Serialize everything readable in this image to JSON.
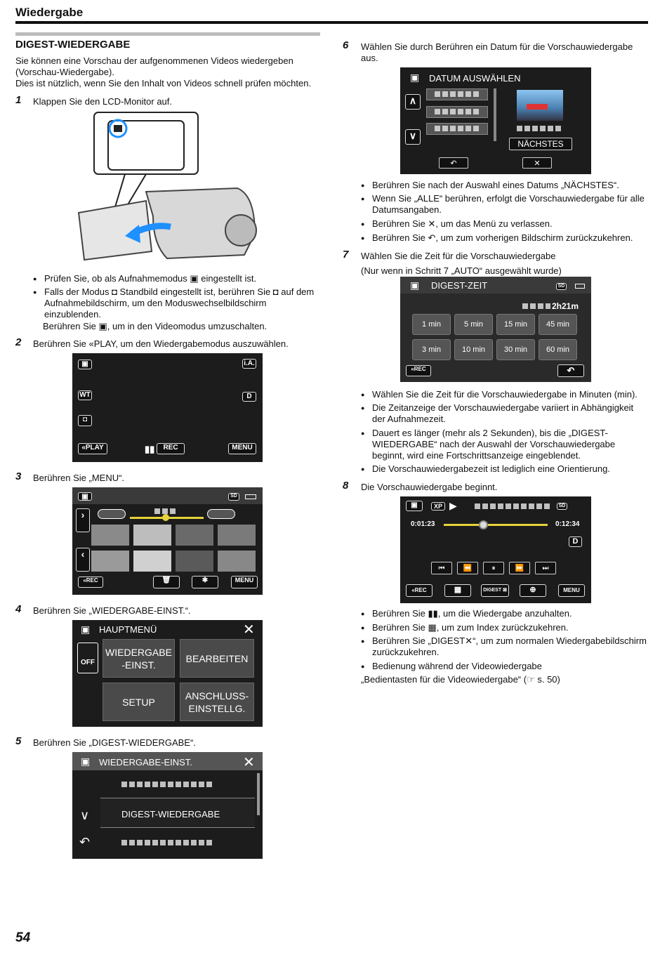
{
  "header": {
    "title": "Wiedergabe"
  },
  "section": {
    "title": "DIGEST-WIEDERGABE",
    "intro": [
      "Sie können eine Vorschau der aufgenommenen Videos wiedergeben",
      "(Vorschau-Wiedergabe).",
      "Dies ist nützlich, wenn Sie den Inhalt von Videos schnell prüfen möchten."
    ]
  },
  "steps": {
    "s1": {
      "num": "1",
      "text": "Klappen Sie den LCD-Monitor auf."
    },
    "s1_bullets": [
      "Prüfen Sie, ob als Aufnahmemodus ▣ eingestellt ist.",
      "Falls der Modus ◘ Standbild eingestellt ist, berühren Sie ◘ auf dem Aufnahmebildschirm, um den Moduswechselbildschirm einzublenden.",
      "Berühren Sie ▣, um in den Videomodus umzuschalten."
    ],
    "s2": {
      "num": "2",
      "text": "Berühren Sie «PLAY, um den Wiedergabemodus auszuwählen."
    },
    "s3": {
      "num": "3",
      "text": "Berühren Sie „MENU“."
    },
    "s4": {
      "num": "4",
      "text": "Berühren Sie „WIEDERGABE-EINST.“."
    },
    "s5": {
      "num": "5",
      "text": "Berühren Sie „DIGEST-WIEDERGABE“."
    },
    "s6": {
      "num": "6",
      "text": "Wählen Sie durch Berühren ein Datum für die Vorschauwiedergabe aus."
    },
    "s6_bullets": [
      "Berühren Sie nach der Auswahl eines Datums „NÄCHSTES“.",
      "Wenn Sie „ALLE“ berühren, erfolgt die Vorschauwiedergabe für alle Datumsangaben.",
      "Berühren Sie ✕, um das Menü zu verlassen.",
      "Berühren Sie ↶, um zum vorherigen Bildschirm zurückzukehren."
    ],
    "s7": {
      "num": "7",
      "text": "Wählen Sie die Zeit für die Vorschauwiedergabe",
      "sub": "(Nur wenn in Schritt 7 „AUTO“ ausgewählt wurde)"
    },
    "s7_bullets": [
      "Wählen Sie die Zeit für die Vorschauwiedergabe in Minuten (min).",
      "Die Zeitanzeige der Vorschauwiedergabe variiert in Abhängigkeit der Aufnahmezeit.",
      "Dauert es länger (mehr als 2 Sekunden), bis die „DIGEST-WIEDERGABE“ nach der Auswahl der Vorschauwiedergabe beginnt, wird eine Fortschrittsanzeige eingeblendet.",
      "Die Vorschauwiedergabezeit ist lediglich eine Orientierung."
    ],
    "s8": {
      "num": "8",
      "text": "Die Vorschauwiedergabe beginnt."
    },
    "s8_bullets": [
      "Berühren Sie ▮▮, um die Wiedergabe anzuhalten.",
      "Berühren Sie ▦, um zum Index zurückzukehren.",
      "Berühren Sie „DIGEST✕“, um zum normalen Wiedergabebildschirm zurückzukehren.",
      "Bedienung während der Videowiedergabe"
    ],
    "s8_ref": "„Bedientasten für die Videowiedergabe“ (☞ s. 50)"
  },
  "screen2": {
    "ia": "i.A.",
    "wt": "WT",
    "d": "D",
    "play": "«PLAY",
    "rec": "REC",
    "menu": "MENU"
  },
  "screen3": {
    "sd": "SD",
    "rec": "«REC",
    "menu": "MENU"
  },
  "screen4": {
    "title": "HAUPTMENÜ",
    "off": "OFF",
    "b1": "WIEDERGABE -EINST.",
    "b2": "BEARBEITEN",
    "b3": "SETUP",
    "b4": "ANSCHLUSS- EINSTELLG."
  },
  "screen5": {
    "title": "WIEDERGABE-EINST.",
    "item": "DIGEST-WIEDERGABE"
  },
  "screen6": {
    "title": "DATUM AUSWÄHLEN",
    "next": "NÄCHSTES"
  },
  "screen7": {
    "title": "DIGEST-ZEIT",
    "sd": "SD",
    "total": "2h21m",
    "times": [
      "1 min",
      "5 min",
      "15 min",
      "45 min",
      "3 min",
      "10 min",
      "30 min",
      "60 min"
    ],
    "rec": "«REC"
  },
  "screen8": {
    "xp": "XP",
    "sd": "SD",
    "t1": "0:01:23",
    "t2": "0:12:34",
    "d": "D",
    "rec": "«REC",
    "digest": "DIGEST ⊠",
    "menu": "MENU",
    "progress": 0.38
  },
  "page": {
    "number": "54"
  }
}
